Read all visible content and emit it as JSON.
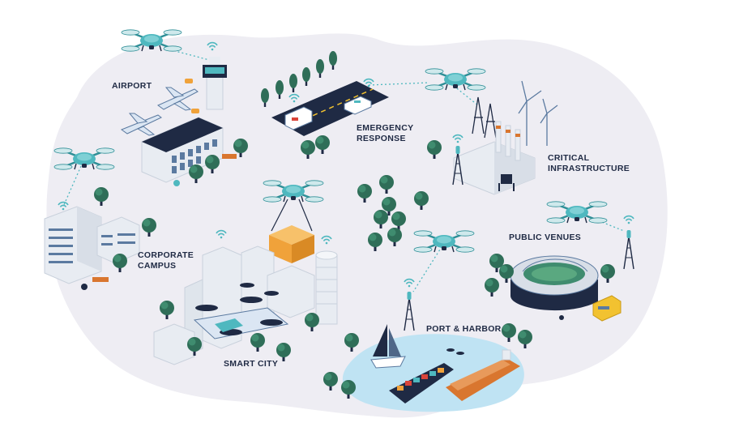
{
  "labels": {
    "airport": "AIRPORT",
    "emergency_line1": "EMERGENCY",
    "emergency_line2": "RESPONSE",
    "critical_line1": "CRITICAL",
    "critical_line2": "INFRASTRUCTURE",
    "corporate_line1": "CORPORATE",
    "corporate_line2": "CAMPUS",
    "public_venues": "PUBLIC VENUES",
    "smart_city": "SMART CITY",
    "port_harbor": "PORT & HARBOR"
  },
  "colors": {
    "background": "#ffffff",
    "ground": "#eeedf3",
    "drone": "#4fb8bf",
    "drone_dark": "#2f8f97",
    "navy": "#1f2a44",
    "tree": "#2f6e58",
    "tree_light": "#3f8c6f",
    "building": "#e8ecf2",
    "building_shade": "#c9d1dc",
    "window": "#5b7aa0",
    "water": "#bfe3f3",
    "package": "#f0a23a",
    "ship_orange": "#d9762f",
    "bus": "#f2c230",
    "signal": "#4fb8bf"
  },
  "icons": [
    "drone-icon",
    "signal-tower-icon",
    "wifi-signal-icon",
    "tree-icon",
    "wind-turbine-icon",
    "airplane-icon",
    "ship-icon",
    "package-icon",
    "bus-icon",
    "stadium-icon"
  ]
}
